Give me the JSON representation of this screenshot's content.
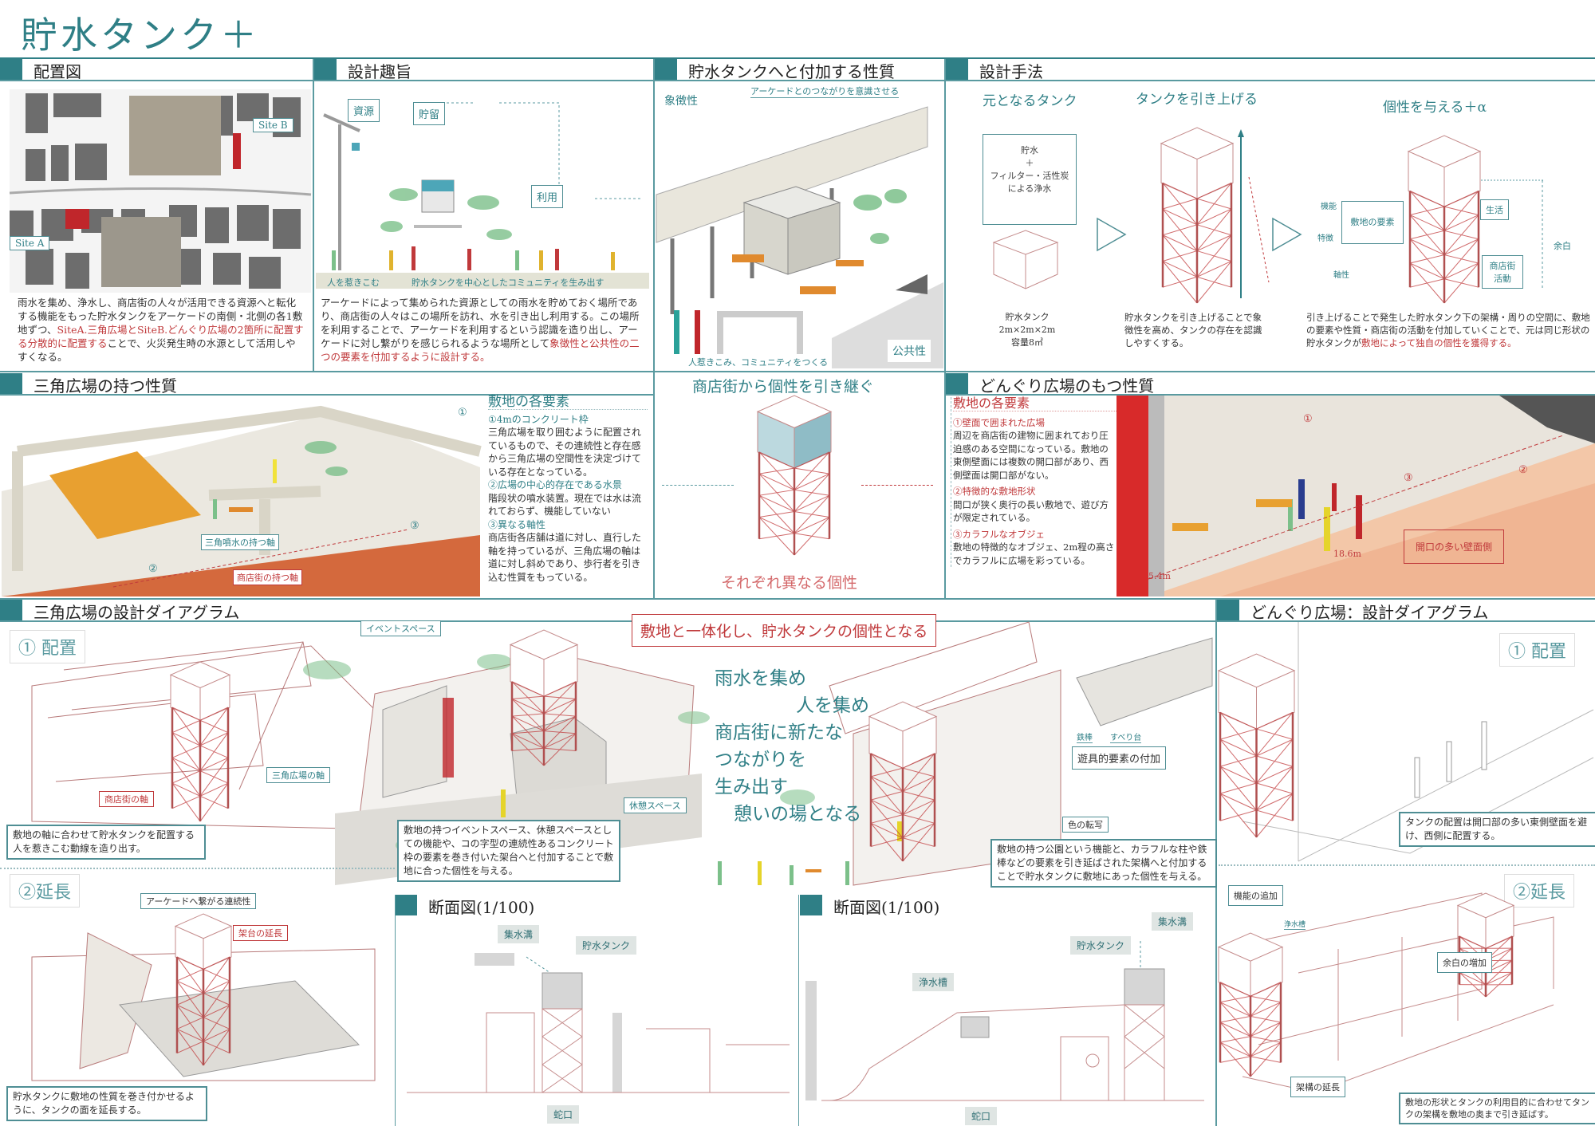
{
  "title": "貯水タンク＋",
  "colors": {
    "accent": "#2f7f86",
    "red": "#c0393b",
    "orange": "#e08a2e"
  },
  "sections": {
    "site_plan": {
      "heading": "配置図",
      "site_b": "Site B",
      "site_a": "Site A",
      "text_1": "雨水を集め、浄水し、商店街の人々が活用できる資源へと転化する機能をもった貯水タンクをアーケードの南側・北側の各1敷地ずつ、",
      "text_red": "SiteA.三角広場とSiteB.どんぐり広場の2箇所に配置する分散的に配置する",
      "text_2": "ことで、火災発生時の水源として活用しやすくなる。"
    },
    "design_intent": {
      "heading": "設計趣旨",
      "tag_resource": "資源",
      "tag_storage": "貯留",
      "tag_use": "利用",
      "band_left": "人を惹きこむ",
      "band_right": "貯水タンクを中心としたコミュニティを生み出す",
      "text_1": "アーケードによって集められた資源としての雨水を貯めておく場所であり、商店街の人々はこの場所を訪れ、水を引き出し利用する。この場所を利用することで、アーケードを利用するという認識を造り出し、アーケードに対し繋がりを感じられるような場所として",
      "text_red": "象徴性と公共性の二つの要素を付加するように設計する。"
    },
    "added_qualities": {
      "heading": "貯水タンクへと付加する性質",
      "symbolic": "象徴性",
      "arcade_note": "アーケードとのつながりを意識させる",
      "public": "公共性",
      "community_note": "人惹きこみ、コミュニティをつくる"
    },
    "design_method": {
      "heading": "設計手法",
      "step1": "元となるタンク",
      "step2": "タンクを引き上げる",
      "step3": "個性を与える＋α",
      "box_line1": "貯水",
      "box_line2": "＋",
      "box_line3": "フィルター・活性炭",
      "box_line4": "による浄水",
      "tank_name": "貯水タンク",
      "tank_size": "2m×2m×2m",
      "tank_volume": "容量8㎥",
      "lift_text": "貯水タンクを引き上げることで象徴性を高め、タンクの存在を認識しやすくする。",
      "label_function": "機能",
      "label_feature": "特徴",
      "label_axis": "軸性",
      "site_elements": "敷地の要素",
      "life": "生活",
      "shop_activity": "商店街活動",
      "margin": "余白",
      "text_1": "引き上げることで発生した貯水タンク下の架構・周りの空間に、敷地の要素や性質・商店街の活動を付加していくことで、元は同じ形状の貯水タンクが",
      "text_red": "敷地によって独自の個性を獲得する。"
    },
    "triangle_props": {
      "heading": "三角広場の持つ性質",
      "sub": "敷地の各要素",
      "i1_title": "①4mのコンクリート枠",
      "i1_text": "三角広場を取り囲むように配置されているもので、その連続性と存在感から三角広場の空間性を決定づけている存在となっている。",
      "i2_title": "②広場の中心的存在である水景",
      "i2_text": "階段状の噴水装置。現在では水は流れておらず、機能していない",
      "i3_title": "③異なる軸性",
      "i3_text": "商店街各店舗は道に対し、直行した軸を持っているが、三角広場の軸は道に対し斜めであり、歩行者を引き込む性質をもっている。",
      "fountain_axis": "三角噴水の持つ軸",
      "street_axis": "商店街の持つ軸",
      "m1": "①",
      "m2": "②",
      "m3": "③"
    },
    "inherit": {
      "heading": "商店街から個性を引き継ぐ",
      "footer": "それぞれ異なる個性"
    },
    "donguri_props": {
      "heading": "どんぐり広場のもつ性質",
      "sub": "敷地の各要素",
      "i1_title": "①壁面で囲まれた広場",
      "i1_text": "周辺を商店街の建物に囲まれており圧迫感のある空間になっている。敷地の東側壁面には複数の開口部があり、西側壁面は開口部がない。",
      "i2_title": "②特徴的な敷地形状",
      "i2_text": "間口が狭く奥行の長い敷地で、遊び方が限定されている。",
      "i3_title": "③カラフルなオブジェ",
      "i3_text": "敷地の特徴的なオブジェ、2m程の高さでカラフルに広場を彩っている。",
      "dim_width": "5.4m",
      "dim_length": "18.6m",
      "open_wall": "開口の多い壁面側",
      "m1": "①",
      "m2": "②",
      "m3": "③"
    },
    "triangle_diagram": {
      "heading": "三角広場の設計ダイアグラム",
      "step1": "① 配置",
      "street_axis": "商店街の軸",
      "triangle_axis": "三角広場の軸",
      "event_space": "イベントスペース",
      "rest_space": "休憩スペース",
      "note1": "敷地の軸に合わせて貯水タンクを配置する人を惹きこむ動線を造り出す。",
      "note2": "敷地の持つイベントスペース、休憩スペースとしての機能や、コの字型の連続性あるコンクリート枠の要素を巻き付いた架台へと付加することで敷地に合った個性を与える。",
      "step2": "②延長",
      "arcade_cont": "アーケードへ繋がる連続性",
      "stand_ext": "架台の延長",
      "note3": "貯水タンクに敷地の性質を巻き付かせるように、タンクの面を延長する。"
    },
    "center": {
      "banner": "敷地と一体化し、貯水タンクの個性となる",
      "poem": [
        "雨水を集め",
        "人を集め",
        "商店街に新たな",
        "つながりを",
        "生み出す",
        "憩いの場となる"
      ],
      "bar": "鉄棒",
      "slide": "すべり台",
      "play": "遊具的要素の付加",
      "color_transfer": "色の転写",
      "note": "敷地の持つ公園という機能と、カラフルな柱や鉄棒などの要素を引き延ばされた架構へと付加することで貯水タンクに敷地にあった個性を与える。"
    },
    "section_a": {
      "heading": "断面図(1/100)",
      "gutter": "集水溝",
      "tank": "貯水タンク",
      "tap": "蛇口"
    },
    "section_b": {
      "heading": "断面図(1/100)",
      "gutter": "集水溝",
      "tank": "貯水タンク",
      "purifier": "浄水槽",
      "tap": "蛇口"
    },
    "donguri_diagram": {
      "heading": "どんぐり広場：設計ダイアグラム",
      "step1": "① 配置",
      "note1": "タンクの配置は開口部の多い東側壁面を避け、西側に配置する。",
      "step2": "②延長",
      "add_function": "機能の追加",
      "purifier": "浄水槽",
      "add_margin": "余白の増加",
      "frame_ext": "架構の延長",
      "note2": "敷地の形状とタンクの利用目的に合わせてタンクの架構を敷地の奥まで引き延ばす。"
    }
  }
}
